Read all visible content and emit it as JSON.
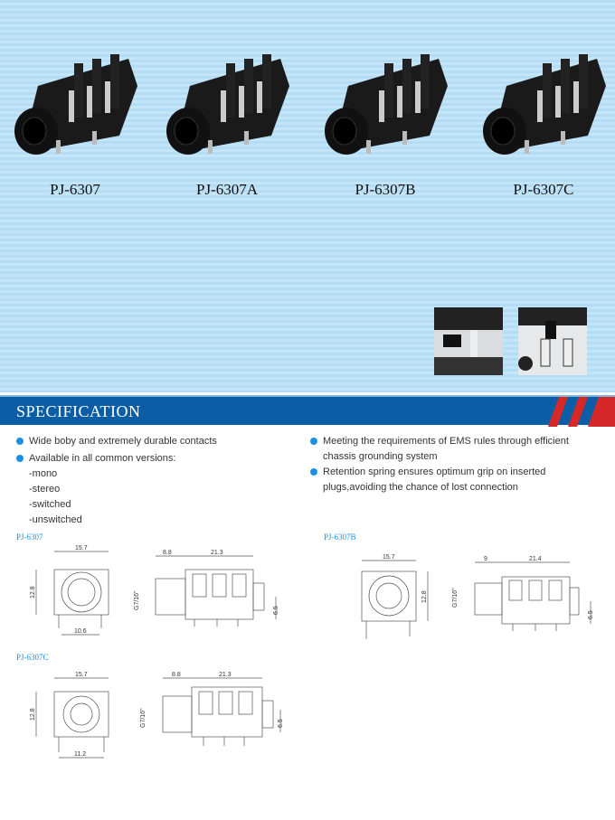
{
  "products": [
    {
      "name": "PJ-6307"
    },
    {
      "name": "PJ-6307A"
    },
    {
      "name": "PJ-6307B"
    },
    {
      "name": "PJ-6307C"
    }
  ],
  "section": {
    "title": "SPECIFICATION"
  },
  "features_left": {
    "items": [
      "Wide boby and extremely durable contacts",
      "Available in all common versions:"
    ],
    "versions": [
      "-mono",
      "-stereo",
      "-switched",
      "-unswitched"
    ]
  },
  "features_right": {
    "items": [
      {
        "line1": "Meeting the requirements of EMS rules through efficient",
        "line2": "chassis grounding system"
      },
      {
        "line1": "Retention spring ensures optimum grip on inserted",
        "line2": "plugs,avoiding the chance of lost connection"
      }
    ]
  },
  "drawings": [
    {
      "title": "PJ-6307",
      "front_w": "15.7",
      "front_h": "12.8",
      "pin": "10.6",
      "side_a": "8.8",
      "side_b": "21.3",
      "thread": "G7/16\"",
      "side_h": "6.5"
    },
    {
      "title": "PJ-6307B",
      "front_w": "15.7",
      "front_h": "12.8",
      "side_a": "9",
      "side_b": "21.4",
      "thread": "G7/16\"",
      "side_h": "6.5"
    },
    {
      "title": "PJ-6307C",
      "front_w": "15.7",
      "front_h": "12.8",
      "pin": "11.2",
      "side_a": "8.8",
      "side_b": "21.3",
      "thread": "G7/16\"",
      "side_h": "6.5"
    }
  ],
  "colors": {
    "banner": "#0b5ea5",
    "accent": "#d62828",
    "bullet": "#1e8fe0"
  }
}
